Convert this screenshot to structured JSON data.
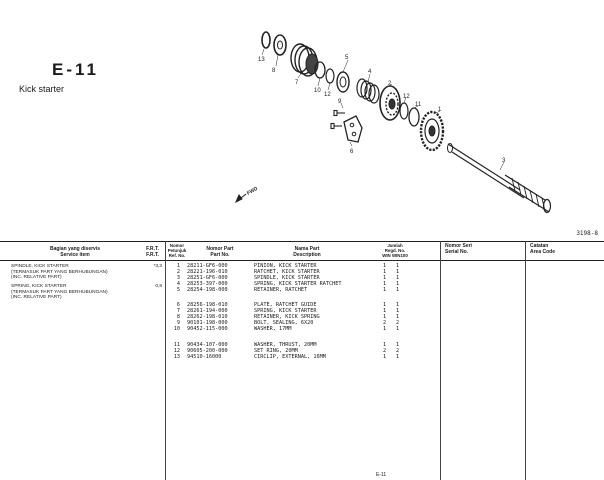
{
  "section": {
    "code": "E-11",
    "title": "Kick starter",
    "drawing_no": "3198-8"
  },
  "diagram": {
    "callouts": [
      "13",
      "8",
      "7",
      "10",
      "12",
      "5",
      "4",
      "2",
      "12",
      "11",
      "1",
      "9",
      "6",
      "3"
    ],
    "fwd_label": "FWD"
  },
  "table": {
    "headers": {
      "service_item": [
        "Bagian yang diservis",
        "Service item"
      ],
      "frt": [
        "F.R.T.",
        "F.R.T."
      ],
      "ref_no": [
        "Nomor",
        "Petunjuk",
        "Ref. No."
      ],
      "part_no": [
        "Nomor Part",
        "Part No."
      ],
      "description": [
        "Nama Part",
        "Description"
      ],
      "qty": [
        "Jumlah",
        "Regd. No.",
        "WIN WIN100"
      ],
      "serial_no": [
        "Nomor Seri",
        "Serial No."
      ],
      "remarks": [
        "Catatan",
        "Area Code"
      ]
    },
    "service_items": [
      {
        "lines": [
          "SPINDLE, KICK STARTER",
          "(TERMASUK PART YANG BERHUBUNGAN)",
          "(INC. RELATIVE PART)"
        ],
        "frt": "*3,3"
      },
      {
        "lines": [
          "SPRING, KICK STARTER",
          "(TERMASUK PART YANG BERHUBUNGAN)",
          "(INC. RELATIVE PART)"
        ],
        "frt": "0,8"
      }
    ],
    "parts": [
      {
        "ref": "1",
        "part_no": "28211-GF6-000",
        "desc": "PINION, KICK STARTER",
        "q1": "1",
        "q2": "1"
      },
      {
        "ref": "2",
        "part_no": "28221-196-010",
        "desc": "RATCHET, KICK STARTER",
        "q1": "1",
        "q2": "1"
      },
      {
        "ref": "3",
        "part_no": "28251-GF6-000",
        "desc": "SPINDLE, KICK STARTER",
        "q1": "1",
        "q2": "1"
      },
      {
        "ref": "4",
        "part_no": "28253-397-000",
        "desc": "SPRING, KICK STARTER RATCHET",
        "q1": "1",
        "q2": "1"
      },
      {
        "ref": "5",
        "part_no": "28254-198-000",
        "desc": "RETAINER, RATCHET",
        "q1": "1",
        "q2": "1"
      },
      {
        "ref": "6",
        "part_no": "28256-198-010",
        "desc": "PLATE, RATCHET GUIDE",
        "q1": "1",
        "q2": "1"
      },
      {
        "ref": "7",
        "part_no": "28261-194-000",
        "desc": "SPRING, KICK STARTER",
        "q1": "1",
        "q2": "1"
      },
      {
        "ref": "8",
        "part_no": "28262-198-010",
        "desc": "RETAINER, KICK SPRING",
        "q1": "1",
        "q2": "1"
      },
      {
        "ref": "9",
        "part_no": "90101-198-000",
        "desc": "BOLT, SEALING, 6X20",
        "q1": "2",
        "q2": "2"
      },
      {
        "ref": "10",
        "part_no": "90452-115-000",
        "desc": "WASHER, 17MM",
        "q1": "1",
        "q2": "1"
      },
      {
        "ref": "11",
        "part_no": "90434-107-000",
        "desc": "WASHER, THRUST, 20MM",
        "q1": "1",
        "q2": "1"
      },
      {
        "ref": "12",
        "part_no": "90605-200-000",
        "desc": "SET RING, 20MM",
        "q1": "2",
        "q2": "2"
      },
      {
        "ref": "13",
        "part_no": "94510-16000",
        "desc": "CIRCLIP, EXTERNAL, 16MM",
        "q1": "1",
        "q2": "1"
      }
    ]
  },
  "footer": {
    "mark": "E-11"
  },
  "colors": {
    "ink": "#1a1a1a",
    "paper": "#ffffff"
  }
}
